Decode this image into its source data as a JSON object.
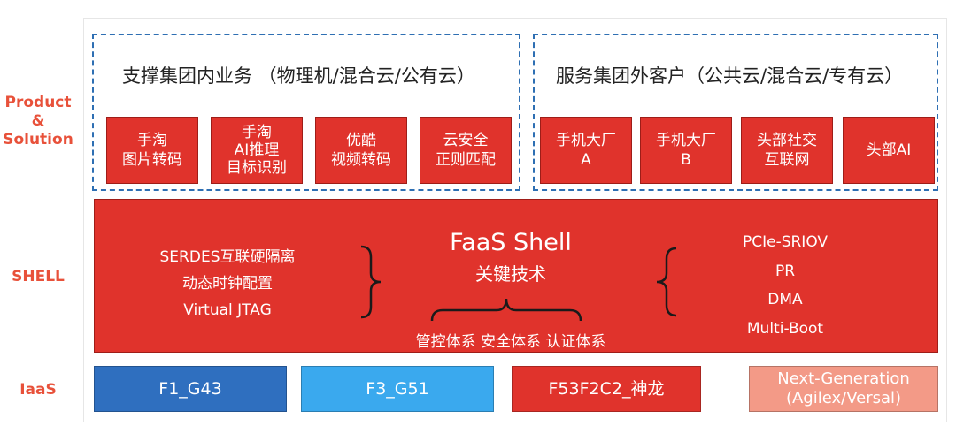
{
  "side_labels": {
    "product": [
      "Product",
      "&",
      "Solution"
    ],
    "shell": "SHELL",
    "iaas": "IaaS"
  },
  "groups": [
    {
      "title": "支撑集团内业务 （物理机/混合云/公有云）",
      "cards": [
        {
          "lines": [
            "手淘",
            "图片转码"
          ]
        },
        {
          "lines": [
            "手淘",
            "AI推理",
            "目标识别"
          ]
        },
        {
          "lines": [
            "优酷",
            "视频转码"
          ]
        },
        {
          "lines": [
            "云安全",
            "正则匹配"
          ]
        }
      ]
    },
    {
      "title": "服务集团外客户（公共云/混合云/专有云）",
      "cards": [
        {
          "lines": [
            "手机大厂",
            "A"
          ]
        },
        {
          "lines": [
            "手机大厂",
            "B"
          ]
        },
        {
          "lines": [
            "头部社交",
            "互联网"
          ]
        },
        {
          "lines": [
            "头部AI"
          ]
        }
      ]
    }
  ],
  "shell": {
    "title": "FaaS Shell",
    "subtitle": "关键技术",
    "left_items": [
      "SERDES互联硬隔离",
      "动态时钟配置",
      "Virtual JTAG"
    ],
    "right_items": [
      "PCIe-SRIOV",
      "PR",
      "DMA",
      "Multi-Boot"
    ],
    "bottom_items": "管控体系  安全体系  认证体系"
  },
  "iaas": [
    {
      "lines": [
        "F1_G43"
      ],
      "bg": "#2f6fbf",
      "fg": "#ffffff"
    },
    {
      "lines": [
        "F3_G51"
      ],
      "bg": "#3aa9ee",
      "fg": "#ffffff"
    },
    {
      "lines": [
        "F53F2C2_神龙"
      ],
      "bg": "#e0332c",
      "fg": "#ffffff"
    },
    {
      "lines": [
        "Next-Generation",
        "(Agilex/Versal)"
      ],
      "bg": "#f39a87",
      "fg": "#ffffff"
    }
  ],
  "colors": {
    "accent_red": "#e0332c",
    "label_orange": "#e8513a",
    "dash_blue": "#2e6fb3"
  }
}
